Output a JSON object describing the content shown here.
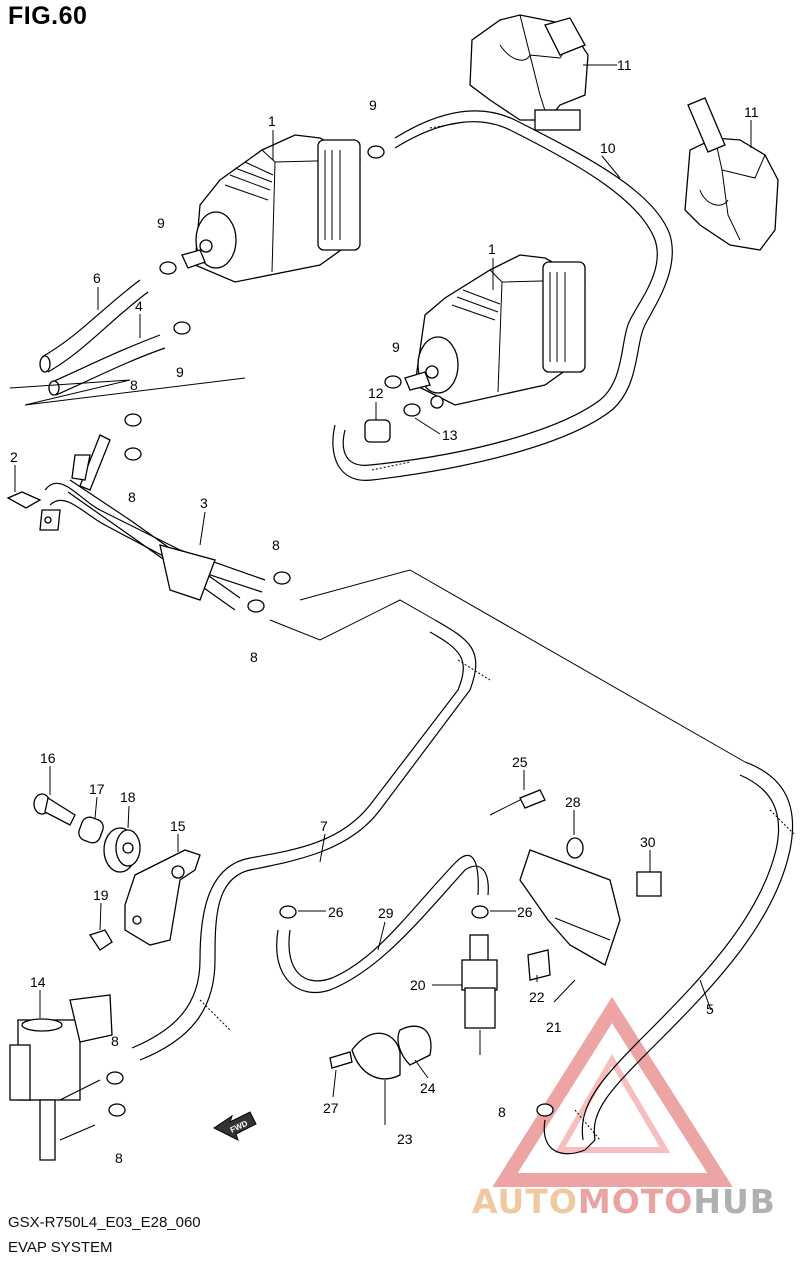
{
  "figure": {
    "title": "FIG.60",
    "model_code": "GSX-R750L4_E03_E28_060",
    "section_name": "EVAP SYSTEM"
  },
  "callouts": [
    {
      "id": "c1a",
      "label": "1"
    },
    {
      "id": "c1b",
      "label": "1"
    },
    {
      "id": "c2",
      "label": "2"
    },
    {
      "id": "c3",
      "label": "3"
    },
    {
      "id": "c4",
      "label": "4"
    },
    {
      "id": "c5",
      "label": "5"
    },
    {
      "id": "c6",
      "label": "6"
    },
    {
      "id": "c7",
      "label": "7"
    },
    {
      "id": "c8a",
      "label": "8"
    },
    {
      "id": "c8b",
      "label": "8"
    },
    {
      "id": "c8c",
      "label": "8"
    },
    {
      "id": "c8d",
      "label": "8"
    },
    {
      "id": "c8e",
      "label": "8"
    },
    {
      "id": "c8f",
      "label": "8"
    },
    {
      "id": "c8g",
      "label": "8"
    },
    {
      "id": "c9a",
      "label": "9"
    },
    {
      "id": "c9b",
      "label": "9"
    },
    {
      "id": "c9c",
      "label": "9"
    },
    {
      "id": "c9d",
      "label": "9"
    },
    {
      "id": "c10",
      "label": "10"
    },
    {
      "id": "c11a",
      "label": "11"
    },
    {
      "id": "c11b",
      "label": "11"
    },
    {
      "id": "c12",
      "label": "12"
    },
    {
      "id": "c13",
      "label": "13"
    },
    {
      "id": "c14",
      "label": "14"
    },
    {
      "id": "c15",
      "label": "15"
    },
    {
      "id": "c16",
      "label": "16"
    },
    {
      "id": "c17",
      "label": "17"
    },
    {
      "id": "c18",
      "label": "18"
    },
    {
      "id": "c19",
      "label": "19"
    },
    {
      "id": "c20",
      "label": "20"
    },
    {
      "id": "c21",
      "label": "21"
    },
    {
      "id": "c22",
      "label": "22"
    },
    {
      "id": "c23",
      "label": "23"
    },
    {
      "id": "c24",
      "label": "24"
    },
    {
      "id": "c25",
      "label": "25"
    },
    {
      "id": "c26a",
      "label": "26"
    },
    {
      "id": "c26b",
      "label": "26"
    },
    {
      "id": "c27",
      "label": "27"
    },
    {
      "id": "c28",
      "label": "28"
    },
    {
      "id": "c29",
      "label": "29"
    },
    {
      "id": "c30",
      "label": "30"
    }
  ],
  "direction_marker": {
    "label": "FWD"
  },
  "watermark": {
    "part_a": "AUTO",
    "part_b": "MOTO",
    "part_c": "HUB",
    "colors": {
      "auto": "#f0c9a0",
      "moto": "#eaa3a3",
      "hub": "#b0b0b0",
      "triangle": "#e05a5a"
    }
  }
}
